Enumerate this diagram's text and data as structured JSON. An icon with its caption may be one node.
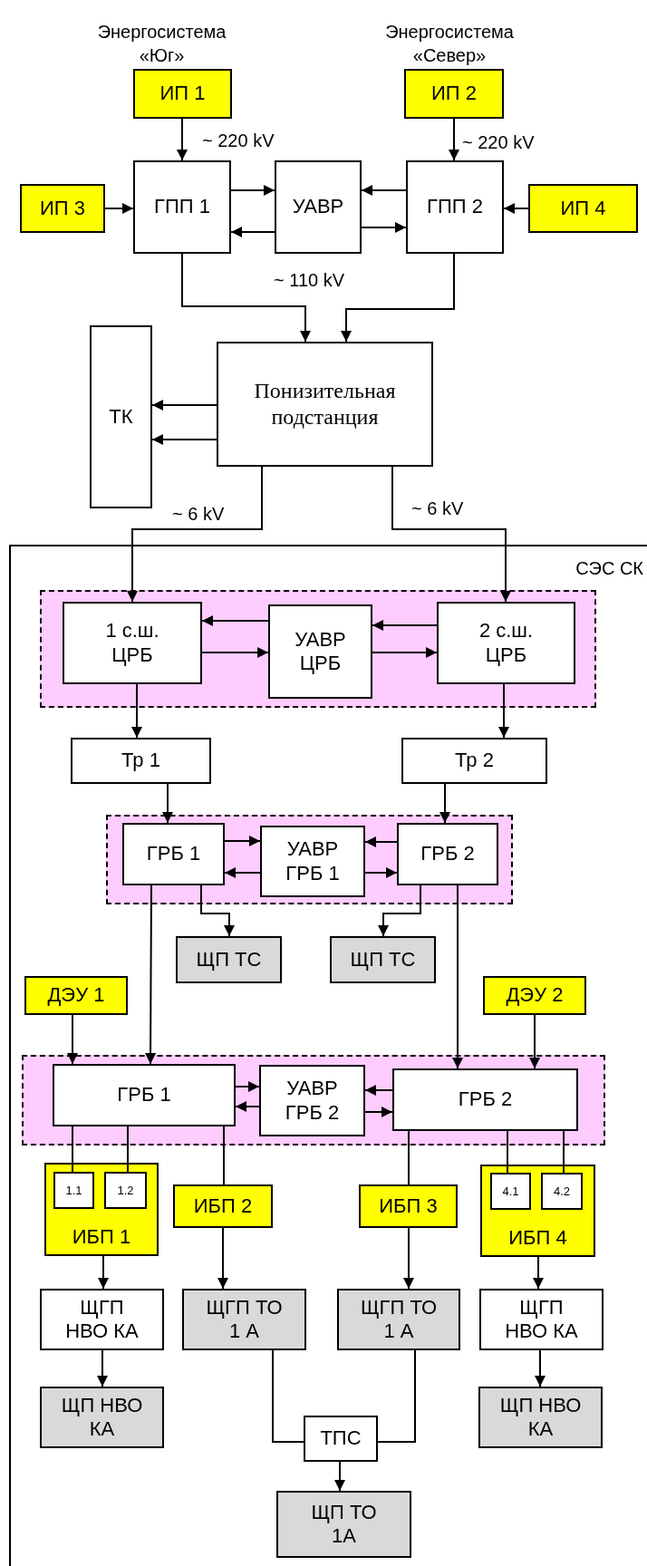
{
  "diagram": {
    "nodes": [
      {
        "text": [
          "ИП 1"
        ],
        "beside": [
          "Энергосистема «Юг»"
        ]
      },
      {
        "text": [
          "ИП 2"
        ],
        "beside": [
          "Энергосистема «Север»"
        ]
      },
      {
        "text": [
          "ИП 3"
        ]
      },
      {
        "text": [
          "ГПП 1"
        ]
      },
      {
        "text": [
          "УАВР"
        ]
      },
      {
        "text": [
          "ГПП 2"
        ]
      },
      {
        "text": [
          "ИП 4"
        ]
      },
      {
        "text": [
          "ТК"
        ]
      },
      {
        "text": [
          "Понизительная подстанция"
        ]
      },
      {
        "text": [
          "СЭС СК"
        ]
      },
      {
        "text": [],
        "shape": "box",
        "in": 9
      },
      {
        "text": [
          "1 с.ш. ЦРБ"
        ],
        "in": 10
      },
      {
        "text": [
          "УАВР ЦРБ"
        ],
        "in": 10
      },
      {
        "text": [
          "2 с.ш. ЦРБ"
        ],
        "in": 10
      },
      {
        "text": [
          "Тр 1"
        ],
        "in": 9
      },
      {
        "text": [
          "Тр 2"
        ],
        "in": 9
      },
      {
        "text": [],
        "shape": "box",
        "in": 9
      },
      {
        "text": [
          "ГРБ 1"
        ],
        "in": 16
      },
      {
        "text": [
          "УАВР ГРБ 1"
        ],
        "in": 16
      },
      {
        "text": [
          "ГРБ 2"
        ],
        "in": 16
      },
      {
        "text": [
          "ЩП ТС"
        ],
        "in": 9
      },
      {
        "text": [
          "ЩП ТС"
        ],
        "in": 9
      },
      {
        "text": [
          "ДЭУ 1"
        ],
        "in": 9
      },
      {
        "text": [
          "ДЭУ 2"
        ],
        "in": 9
      },
      {
        "text": [],
        "shape": "box",
        "in": 9
      },
      {
        "text": [
          "ГРБ 1"
        ],
        "in": 24
      },
      {
        "text": [
          "УАВР ГРБ 2"
        ],
        "in": 24
      },
      {
        "text": [
          "ГРБ 2"
        ],
        "in": 24
      },
      {
        "text": [
          "ИБП 1"
        ],
        "in": 9
      },
      {
        "text": [
          "1.1"
        ],
        "in": 28
      },
      {
        "text": [
          "1.2"
        ],
        "in": 28
      },
      {
        "text": [
          "ИБП 2"
        ],
        "in": 9
      },
      {
        "text": [
          "ИБП 3"
        ],
        "in": 9
      },
      {
        "text": [
          "ИБП 4"
        ],
        "in": 9
      },
      {
        "text": [
          "4.1"
        ],
        "in": 33
      },
      {
        "text": [
          "4.2"
        ],
        "in": 33
      },
      {
        "text": [
          "ЩГП НВО КА"
        ],
        "in": 9
      },
      {
        "text": [
          "ЩГП ТО 1 А"
        ],
        "in": 9
      },
      {
        "text": [
          "ЩГП ТО 1 А"
        ],
        "in": 9
      },
      {
        "text": [
          "ЩГП НВО КА"
        ],
        "in": 9
      },
      {
        "text": [
          "ЩП НВО КА"
        ],
        "in": 9
      },
      {
        "text": [
          "ТПС"
        ],
        "in": 9
      },
      {
        "text": [
          "ЩП НВО КА"
        ],
        "in": 9
      },
      {
        "text": [
          "ЩП ТО 1А"
        ],
        "in": 9
      }
    ],
    "edges": [
      {
        "from": 0,
        "to": 3,
        "arrow": "to",
        "label": "~ 220 kV"
      },
      {
        "from": 1,
        "to": 5,
        "arrow": "to",
        "label": "~ 220 kV"
      },
      {
        "from": 2,
        "to": 3,
        "arrow": "to"
      },
      {
        "from": 6,
        "to": 5,
        "arrow": "to"
      },
      {
        "from": 3,
        "to": 4,
        "arrow": "to"
      },
      {
        "from": 4,
        "to": 3,
        "arrow": "to"
      },
      {
        "from": 5,
        "to": 4,
        "arrow": "to"
      },
      {
        "from": 4,
        "to": 5,
        "arrow": "to"
      },
      {
        "from": 3,
        "to": 8,
        "arrow": "to"
      },
      {
        "from": 5,
        "to": 8,
        "arrow": "to"
      },
      {
        "from": 8,
        "to": 7,
        "arrow": "to"
      },
      {
        "from": 8,
        "to": 7,
        "arrow": "to"
      },
      {
        "from": 8,
        "to": 11,
        "arrow": "to",
        "label": "~ 6 kV"
      },
      {
        "from": 8,
        "to": 13,
        "arrow": "to",
        "label": "~ 6 kV"
      },
      {
        "from": 12,
        "to": 11,
        "arrow": "to"
      },
      {
        "from": 11,
        "to": 12,
        "arrow": "to"
      },
      {
        "from": 13,
        "to": 12,
        "arrow": "to"
      },
      {
        "from": 12,
        "to": 13,
        "arrow": "to"
      },
      {
        "from": 11,
        "to": 14,
        "arrow": "to"
      },
      {
        "from": 13,
        "to": 15,
        "arrow": "to"
      },
      {
        "from": 14,
        "to": 17,
        "arrow": "to"
      },
      {
        "from": 15,
        "to": 19,
        "arrow": "to"
      },
      {
        "from": 17,
        "to": 18,
        "arrow": "to"
      },
      {
        "from": 18,
        "to": 17,
        "arrow": "to"
      },
      {
        "from": 19,
        "to": 18,
        "arrow": "to"
      },
      {
        "from": 18,
        "to": 19,
        "arrow": "to"
      },
      {
        "from": 17,
        "to": 20,
        "arrow": "to"
      },
      {
        "from": 19,
        "to": 21,
        "arrow": "to"
      },
      {
        "from": 17,
        "to": 25,
        "arrow": "to"
      },
      {
        "from": 19,
        "to": 27,
        "arrow": "to"
      },
      {
        "from": 22,
        "to": 25,
        "arrow": "to"
      },
      {
        "from": 23,
        "to": 27,
        "arrow": "to"
      },
      {
        "from": 25,
        "to": 26,
        "arrow": "to"
      },
      {
        "from": 26,
        "to": 25,
        "arrow": "to"
      },
      {
        "from": 27,
        "to": 26,
        "arrow": "to"
      },
      {
        "from": 26,
        "to": 27,
        "arrow": "to"
      },
      {
        "from": 25,
        "to": 29,
        "arrow": "none"
      },
      {
        "from": 25,
        "to": 30,
        "arrow": "none"
      },
      {
        "from": 25,
        "to": 31,
        "arrow": "none"
      },
      {
        "from": 27,
        "to": 32,
        "arrow": "none"
      },
      {
        "from": 27,
        "to": 34,
        "arrow": "none"
      },
      {
        "from": 27,
        "to": 35,
        "arrow": "none"
      },
      {
        "from": 28,
        "to": 36,
        "arrow": "to"
      },
      {
        "from": 31,
        "to": 37,
        "arrow": "to"
      },
      {
        "from": 32,
        "to": 38,
        "arrow": "to"
      },
      {
        "from": 33,
        "to": 39,
        "arrow": "to"
      },
      {
        "from": 36,
        "to": 40,
        "arrow": "to"
      },
      {
        "from": 39,
        "to": 42,
        "arrow": "to"
      },
      {
        "from": 37,
        "to": 41,
        "arrow": "none"
      },
      {
        "from": 38,
        "to": 41,
        "arrow": "none"
      },
      {
        "from": 41,
        "to": 43,
        "arrow": "to"
      }
    ],
    "labels": [
      "~ 110 kV"
    ]
  }
}
